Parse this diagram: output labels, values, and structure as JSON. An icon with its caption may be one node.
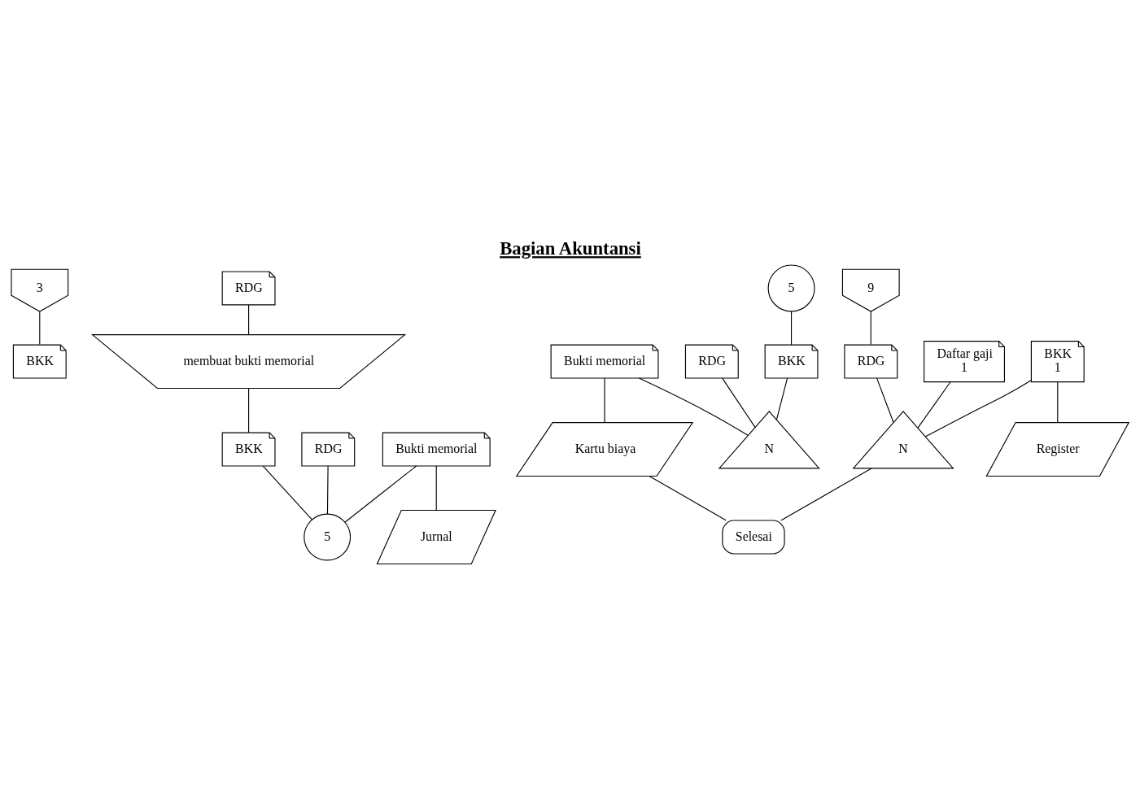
{
  "diagram": {
    "title": "Bagian Akuntansi",
    "nodes": [
      {
        "text": [
          "3"
        ]
      },
      {
        "text": [
          "BKK"
        ]
      },
      {
        "text": [
          "RDG"
        ]
      },
      {
        "text": [
          "membuat bukti memorial"
        ]
      },
      {
        "text": [
          "BKK"
        ]
      },
      {
        "text": [
          "RDG"
        ]
      },
      {
        "text": [
          "Bukti memorial"
        ]
      },
      {
        "text": [
          "Jurnal"
        ]
      },
      {
        "text": [
          "5"
        ]
      },
      {
        "text": [
          "9"
        ]
      },
      {
        "text": [
          "RDG"
        ]
      },
      {
        "text": [
          "Daftar gaji",
          "1"
        ]
      },
      {
        "text": [
          "BKK",
          "1"
        ]
      },
      {
        "text": [
          "Register"
        ]
      },
      {
        "text": [
          "N"
        ]
      },
      {
        "text": [
          "Selesai"
        ]
      },
      {
        "text": [
          "5"
        ]
      },
      {
        "text": [
          "BKK"
        ]
      },
      {
        "text": [
          "RDG"
        ]
      },
      {
        "text": [
          "Bukti memorial"
        ]
      },
      {
        "text": [
          "Kartu biaya"
        ]
      },
      {
        "text": [
          "N"
        ]
      }
    ],
    "edges": [
      {
        "from": 0,
        "to": 1,
        "arrow": "none"
      },
      {
        "from": 2,
        "to": 3,
        "arrow": "none"
      },
      {
        "from": 3,
        "to": 4,
        "arrow": "none"
      },
      {
        "from": 6,
        "to": 7,
        "arrow": "none"
      },
      {
        "from": 4,
        "to": 8,
        "arrow": "none"
      },
      {
        "from": 5,
        "to": 8,
        "arrow": "none"
      },
      {
        "from": 6,
        "to": 8,
        "arrow": "none"
      },
      {
        "from": 9,
        "to": 10,
        "arrow": "none"
      },
      {
        "from": 12,
        "to": 13,
        "arrow": "none"
      },
      {
        "from": 10,
        "to": 14,
        "arrow": "none"
      },
      {
        "from": 11,
        "to": 14,
        "arrow": "none"
      },
      {
        "from": 12,
        "to": 14,
        "arrow": "none"
      },
      {
        "from": 14,
        "to": 15,
        "arrow": "none"
      },
      {
        "from": 16,
        "to": 17,
        "arrow": "none"
      },
      {
        "from": 19,
        "to": 20,
        "arrow": "none"
      },
      {
        "from": 17,
        "to": 21,
        "arrow": "none"
      },
      {
        "from": 18,
        "to": 21,
        "arrow": "none"
      },
      {
        "from": 19,
        "to": 21,
        "arrow": "none"
      },
      {
        "from": 20,
        "to": 15,
        "arrow": "none"
      }
    ]
  }
}
